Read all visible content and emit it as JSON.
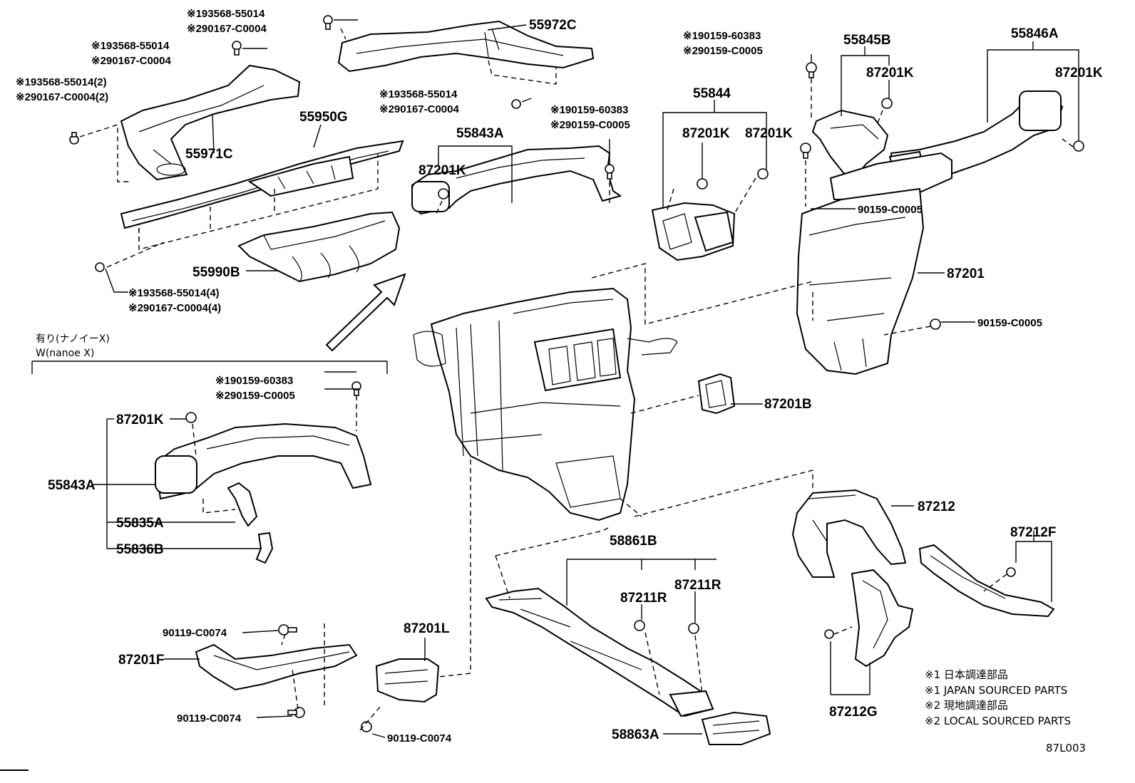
{
  "diagram_code": "87L003",
  "variant_note": {
    "line1": "有り(ナノイーX)",
    "line2": "W(nanoe X)"
  },
  "legend": [
    "※1 日本調達部品",
    "※1 JAPAN SOURCED PARTS",
    "※2 現地調達部品",
    "※2 LOCAL SOURCED PARTS"
  ],
  "parts": {
    "p55972C": "55972C",
    "p55971C": "55971C",
    "p55950G": "55950G",
    "p55990B": "55990B",
    "p55843A_top": "55843A",
    "p87201K_a": "87201K",
    "p55844": "55844",
    "p87201K_b": "87201K",
    "p87201K_c": "87201K",
    "p55845B": "55845B",
    "p87201K_d": "87201K",
    "p55846A": "55846A",
    "p87201K_e": "87201K",
    "p87201": "87201",
    "p87201B": "87201B",
    "p87201K_f": "87201K",
    "p55843A_left": "55843A",
    "p55835A": "55835A",
    "p55836B": "55836B",
    "p58861B": "58861B",
    "p87211R_a": "87211R",
    "p87211R_b": "87211R",
    "p87212": "87212",
    "p87212F": "87212F",
    "p87212G": "87212G",
    "p87201F": "87201F",
    "p87201L": "87201L",
    "p58863A": "58863A"
  },
  "fasteners": {
    "f1a": "※193568-55014",
    "f1b": "※290167-C0004",
    "f2a": "※193568-55014",
    "f2b": "※290167-C0004",
    "f3a": "※193568-55014(2)",
    "f3b": "※290167-C0004(2)",
    "f4a": "※193568-55014",
    "f4b": "※290167-C0004",
    "f5a": "※190159-60383",
    "f5b": "※290159-C0005",
    "f6a": "※190159-60383",
    "f6b": "※290159-C0005",
    "f7a": "※193568-55014(4)",
    "f7b": "※290167-C0004(4)",
    "f8a": "※190159-60383",
    "f8b": "※290159-C0005",
    "f9": "90159-C0005",
    "f10": "90159-C0005",
    "f11": "90119-C0074",
    "f12": "90119-C0074",
    "f13": "90119-C0074"
  }
}
